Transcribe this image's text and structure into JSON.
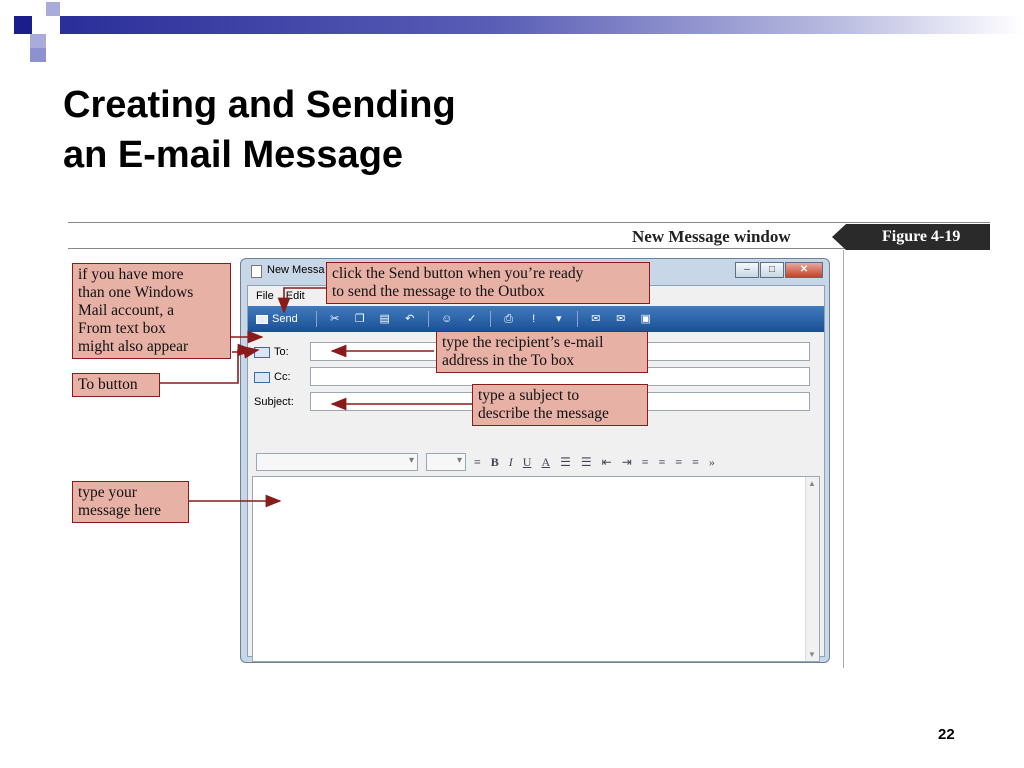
{
  "slide": {
    "title_line1": "Creating and Sending",
    "title_line2": "an E-mail Message",
    "page_number": "22"
  },
  "figure": {
    "caption": "New Message window",
    "label": "Figure 4-19"
  },
  "window": {
    "title": "New Messa",
    "menu": [
      "File",
      "Edit"
    ],
    "send_label": "Send",
    "to_label": "To:",
    "cc_label": "Cc:",
    "subject_label": "Subject:",
    "format_buttons": [
      "B",
      "I",
      "U",
      "A"
    ]
  },
  "callouts": {
    "from_box": [
      "if you have more",
      "than one Windows",
      "Mail account, a",
      "From text box",
      "might also appear"
    ],
    "to_button": [
      "To button"
    ],
    "send": [
      "click the Send button when you’re ready",
      "to send the message to the Outbox"
    ],
    "recipient": [
      "type the recipient’s e-mail",
      "address in the To box"
    ],
    "subject": [
      "type a subject to",
      "describe the message"
    ],
    "message": [
      "type your",
      "message here"
    ]
  },
  "colors": {
    "callout_fill": "#e7b1a6",
    "callout_border": "#8a1b1b",
    "toolbar_blue": "#2a5fa3",
    "header_dark": "#1b1d8c"
  }
}
